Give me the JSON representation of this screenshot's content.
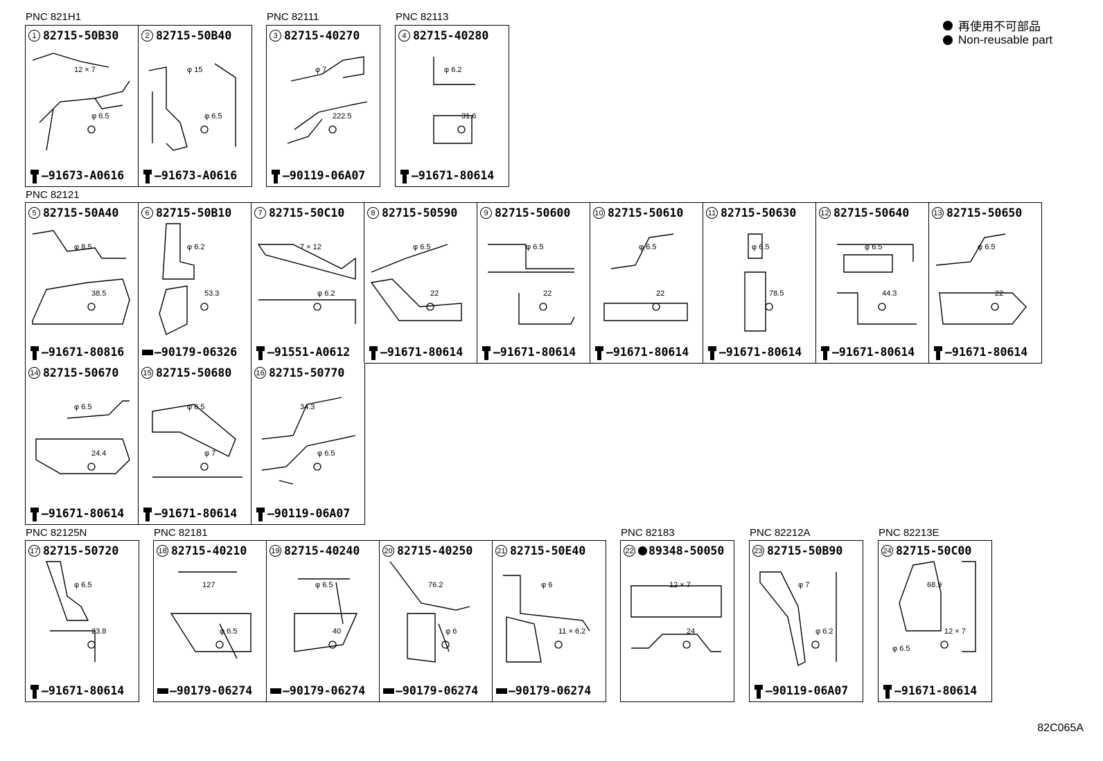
{
  "legend": {
    "jp": "再使用不可部品",
    "en": "Non-reusable part"
  },
  "diagram_code": "82C065A",
  "pnc": {
    "g1": "PNC 821H1",
    "g2": "PNC 82111",
    "g3": "PNC 82113",
    "g4": "PNC 82121",
    "g5": "PNC 82125N",
    "g6": "PNC 82181",
    "g7": "PNC 82183",
    "g8": "PNC 82212A",
    "g9": "PNC 82213E"
  },
  "parts": [
    {
      "n": "1",
      "part": "82715-50B30",
      "bolt": "91673-A0616",
      "dims": [
        "12 × 7",
        "φ 6.5"
      ]
    },
    {
      "n": "2",
      "part": "82715-50B40",
      "bolt": "91673-A0616",
      "dims": [
        "φ 15",
        "φ 6.5"
      ]
    },
    {
      "n": "3",
      "part": "82715-40270",
      "bolt": "90119-06A07",
      "dims": [
        "φ 7",
        "222.5"
      ]
    },
    {
      "n": "4",
      "part": "82715-40280",
      "bolt": "91671-80614",
      "dims": [
        "φ 6.2",
        "31.6"
      ]
    },
    {
      "n": "5",
      "part": "82715-50A40",
      "bolt": "91671-80816",
      "dims": [
        "φ 8.5",
        "38.5"
      ]
    },
    {
      "n": "6",
      "part": "82715-50B10",
      "bolt": "90179-06326",
      "dims": [
        "φ 6.2",
        "53.3"
      ]
    },
    {
      "n": "7",
      "part": "82715-50C10",
      "bolt": "91551-A0612",
      "dims": [
        "7 × 12",
        "φ 6.2"
      ]
    },
    {
      "n": "8",
      "part": "82715-50590",
      "bolt": "91671-80614",
      "dims": [
        "φ 6.5",
        "22"
      ]
    },
    {
      "n": "9",
      "part": "82715-50600",
      "bolt": "91671-80614",
      "dims": [
        "φ 6.5",
        "22"
      ]
    },
    {
      "n": "10",
      "part": "82715-50610",
      "bolt": "91671-80614",
      "dims": [
        "φ 6.5",
        "22"
      ]
    },
    {
      "n": "11",
      "part": "82715-50630",
      "bolt": "91671-80614",
      "dims": [
        "φ 6.5",
        "78.5"
      ]
    },
    {
      "n": "12",
      "part": "82715-50640",
      "bolt": "91671-80614",
      "dims": [
        "φ 6.5",
        "44.3"
      ]
    },
    {
      "n": "13",
      "part": "82715-50650",
      "bolt": "91671-80614",
      "dims": [
        "φ 6.5",
        "22"
      ]
    },
    {
      "n": "14",
      "part": "82715-50670",
      "bolt": "91671-80614",
      "dims": [
        "φ 6.5",
        "24.4"
      ]
    },
    {
      "n": "15",
      "part": "82715-50680",
      "bolt": "91671-80614",
      "dims": [
        "φ 6.5",
        "φ 7"
      ]
    },
    {
      "n": "16",
      "part": "82715-50770",
      "bolt": "90119-06A07",
      "dims": [
        "34.3",
        "φ 6.5"
      ]
    },
    {
      "n": "17",
      "part": "82715-50720",
      "bolt": "91671-80614",
      "dims": [
        "φ 6.5",
        "23.8"
      ]
    },
    {
      "n": "18",
      "part": "82715-40210",
      "bolt": "90179-06274",
      "dims": [
        "127",
        "φ 6.5"
      ]
    },
    {
      "n": "19",
      "part": "82715-40240",
      "bolt": "90179-06274",
      "dims": [
        "φ 6.5",
        "40"
      ]
    },
    {
      "n": "20",
      "part": "82715-40250",
      "bolt": "90179-06274",
      "dims": [
        "76.2",
        "φ 6"
      ]
    },
    {
      "n": "21",
      "part": "82715-50E40",
      "bolt": "90179-06274",
      "dims": [
        "φ 6",
        "11 × 6.2"
      ]
    },
    {
      "n": "22",
      "part": "89348-50050",
      "dims": [
        "12 × 7",
        "24"
      ]
    },
    {
      "n": "23",
      "part": "82715-50B90",
      "bolt": "90119-06A07",
      "dims": [
        "φ 7",
        "φ 6.2"
      ]
    },
    {
      "n": "24",
      "part": "82715-50C00",
      "bolt": "91671-80614",
      "dims": [
        "68.9",
        "12 × 7",
        "φ 6.5"
      ]
    }
  ]
}
